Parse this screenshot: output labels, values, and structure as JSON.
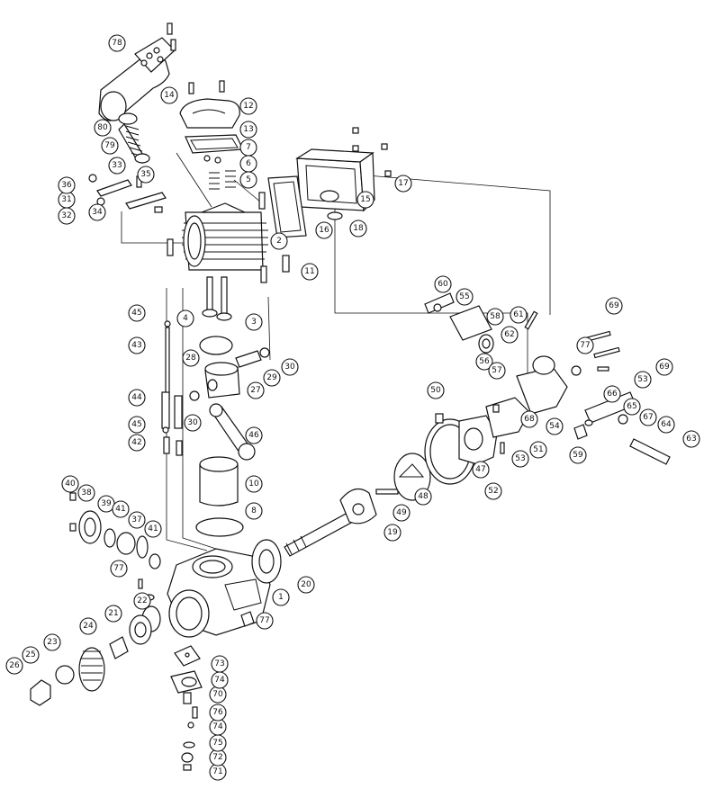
{
  "diagram": {
    "labels": [
      "1",
      "2",
      "3",
      "4",
      "5",
      "6",
      "7",
      "8",
      "10",
      "11",
      "12",
      "13",
      "14",
      "15",
      "16",
      "17",
      "18",
      "19",
      "20",
      "21",
      "22",
      "23",
      "24",
      "25",
      "26",
      "27",
      "28",
      "29",
      "30",
      "30",
      "31",
      "32",
      "33",
      "34",
      "35",
      "36",
      "37",
      "38",
      "39",
      "40",
      "41",
      "41",
      "42",
      "43",
      "44",
      "45",
      "45",
      "46",
      "47",
      "48",
      "49",
      "50",
      "51",
      "52",
      "53",
      "53",
      "54",
      "55",
      "56",
      "57",
      "58",
      "59",
      "60",
      "61",
      "62",
      "63",
      "64",
      "65",
      "66",
      "67",
      "68",
      "69",
      "69",
      "70",
      "71",
      "72",
      "73",
      "74",
      "74",
      "75",
      "76",
      "77",
      "77",
      "77",
      "78",
      "79",
      "80"
    ]
  }
}
